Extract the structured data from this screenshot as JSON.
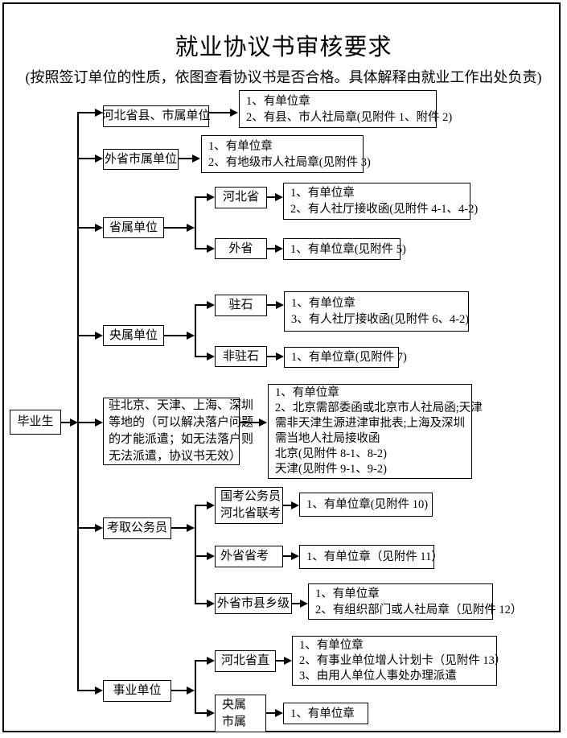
{
  "page": {
    "title": "就业协议书审核要求",
    "subtitle": "(按照签订单位的性质，依图查看协议书是否合格。具体解释由就业工作出处负责)"
  },
  "root": {
    "label": "毕业生"
  },
  "branches": [
    {
      "label": "河北省县、市属单位",
      "result": {
        "lines": [
          "1、有单位章",
          "2、有县、市人社局章(见附件 1、附件 2)"
        ]
      }
    },
    {
      "label": "外省市属单位",
      "result": {
        "lines": [
          "1、有单位章",
          "2、有地级市人社局章(见附件 3)"
        ]
      }
    },
    {
      "label": "省属单位",
      "children": [
        {
          "label": "河北省",
          "result": {
            "lines": [
              "1、有单位章",
              "2、有人社厅接收函(见附件 4-1、4-2)"
            ]
          }
        },
        {
          "label": "外省",
          "result": {
            "lines": [
              "1、有单位章(见附件 5)"
            ]
          }
        }
      ]
    },
    {
      "label": "央属单位",
      "children": [
        {
          "label": "驻石",
          "result": {
            "lines": [
              "1、有单位章",
              "3、有人社厅接收函(见附件 6、4-2)"
            ]
          }
        },
        {
          "label": "非驻石",
          "result": {
            "lines": [
              "1、有单位章(见附件 7)"
            ]
          }
        }
      ]
    },
    {
      "label_lines": [
        "驻北京、天津、上海、深圳",
        "等地的（可以解决落户问题",
        "的才能派遣；如无法落户则",
        "无法派遣，协议书无效）"
      ],
      "result": {
        "lines": [
          "1、有单位章",
          "2、北京需部委函或北京市人社局函;天津",
          "需非天津生源进津审批表;上海及深圳",
          "需当地人社局接收函",
          "北京(见附件 8-1、8-2)",
          "天津(见附件 9-1、9-2)"
        ]
      }
    },
    {
      "label": "考取公务员",
      "children": [
        {
          "label_lines": [
            "国考公务员",
            "河北省联考"
          ],
          "result": {
            "lines": [
              "1、有单位章(见附件 10)"
            ]
          }
        },
        {
          "label": "外省省考",
          "result": {
            "lines": [
              "1、有单位章（见附件 11）"
            ]
          }
        },
        {
          "label": "外省市县乡级",
          "result": {
            "lines": [
              "1、有单位章",
              "2、有组织部门或人社局章（见附件 12）"
            ]
          }
        }
      ]
    },
    {
      "label": "事业单位",
      "children": [
        {
          "label": "河北省直",
          "result": {
            "lines": [
              "1、有单位章",
              "2、有事业单位增人计划卡（见附件 13）",
              "3、由用人单位人事处办理派遣"
            ]
          }
        },
        {
          "label_lines": [
            "央属",
            "市属"
          ],
          "result": {
            "lines": [
              "1、有单位章"
            ]
          }
        }
      ]
    }
  ]
}
